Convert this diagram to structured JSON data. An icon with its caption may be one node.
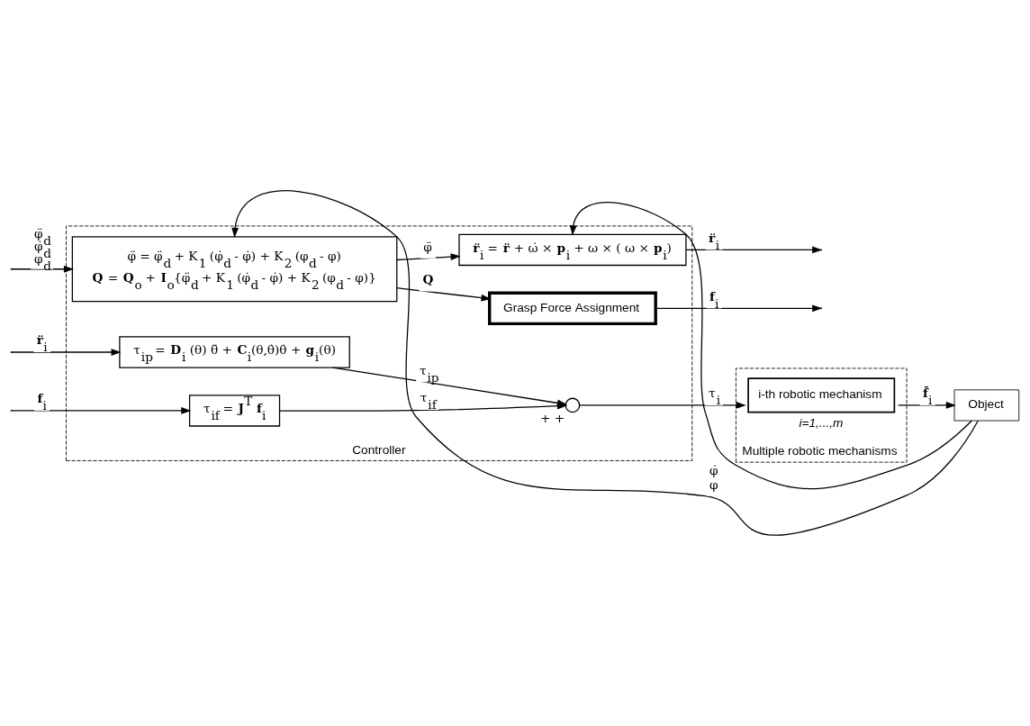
{
  "diagram": {
    "nodes": [
      {
        "text": [
          "Controller"
        ]
      },
      {
        "text": [
          "φ̈ = φ̈$_{d}$ + K$_{1}$ (φ̇$_{d}$ - φ̇) + K$_{2}$ (φ$_{d}$ - φ)",
          "**Q** = **Q**$_{o}$ + **I**$_{o}${φ̈$_{d}$ + K$_{1}$ (φ̇$_{d}$ - φ̇) + K$_{2}$ (φ$_{d}$ - φ)}"
        ],
        "in": 0
      },
      {
        "text": [
          "**r̈**$_{i}$ = **r̈** + ω̇ × **p**$_{i}$ + ω × ( ω × **p**$_{i}$)"
        ],
        "in": 0
      },
      {
        "text": [
          "Grasp Force Assignment"
        ],
        "in": 0
      },
      {
        "text": [
          "τ$_{ip}$ = **D**$_{i}$ (θ) θ̈ + **C**$_{i}$(θ,θ̇)θ̇ + **g**$_{i}$(θ)"
        ],
        "in": 0
      },
      {
        "text": [
          "τ$_{if}$ = **J**$^{T}$ **f**$_{i}$"
        ],
        "in": 0
      },
      {
        "text": [],
        "shape": "circle",
        "beside": [
          "+",
          "+"
        ],
        "in": 0
      },
      {
        "text": [
          "Multiple robotic mechanisms"
        ]
      },
      {
        "text": [
          "i-th robotic mechanism"
        ],
        "beside": [
          "i=1,...,m"
        ],
        "in": 7
      },
      {
        "text": [
          "Object"
        ]
      }
    ],
    "edges": [
      {
        "from": null,
        "to": 1,
        "arrow": "to",
        "label": "φ̈$_{d}$ φ̇$_{d}$ φ$_{d}$"
      },
      {
        "from": 1,
        "to": 2,
        "arrow": "to",
        "label": "φ̈"
      },
      {
        "from": 1,
        "to": 3,
        "arrow": "to",
        "label": "**Q**"
      },
      {
        "from": 2,
        "to": null,
        "arrow": "to",
        "label": "**r̈**$_{i}$"
      },
      {
        "from": 3,
        "to": null,
        "arrow": "to",
        "label": "**f**$_{i}$"
      },
      {
        "from": null,
        "to": 4,
        "arrow": "to",
        "label": "**r̈**$_{i}$"
      },
      {
        "from": null,
        "to": 5,
        "arrow": "to",
        "label": "**f**$_{i}$"
      },
      {
        "from": 4,
        "to": 6,
        "arrow": "to",
        "label": "τ$_{ip}$"
      },
      {
        "from": 5,
        "to": 6,
        "arrow": "to",
        "label": "τ$_{if}$"
      },
      {
        "from": 6,
        "to": 8,
        "arrow": "to",
        "label": "τ$_{i}$"
      },
      {
        "from": 8,
        "to": 9,
        "arrow": "to",
        "label": "**f̄**$_{i}$"
      },
      {
        "from": 9,
        "to": 1,
        "arrow": "to",
        "label": "φ̇ φ"
      },
      {
        "from": 9,
        "to": 2,
        "arrow": "to"
      }
    ]
  }
}
